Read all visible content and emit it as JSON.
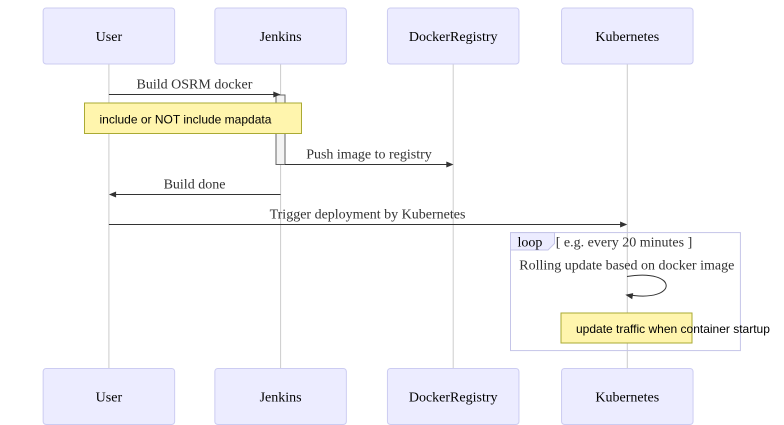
{
  "diagram_type": "sequence-diagram",
  "colors": {
    "background": "#ffffff",
    "actor_fill": "#ECECFF",
    "actor_border": "#CCCCF2",
    "lifeline": "#cccccc",
    "activation_fill": "#f4f4f4",
    "activation_border": "#666666",
    "message_line": "#333333",
    "message_text": "#333333",
    "note_fill": "#fff5ad",
    "note_border": "#aaaa33",
    "loop_border": "#c5c5e8",
    "loop_tab_fill": "#ECECFF"
  },
  "actors": [
    {
      "label": "User"
    },
    {
      "label": "Jenkins"
    },
    {
      "label": "DockerRegistry"
    },
    {
      "label": "Kubernetes"
    }
  ],
  "messages": [
    {
      "from": "User",
      "to": "Jenkins",
      "label": "Build OSRM docker"
    },
    {
      "from": "Jenkins",
      "to": "DockerRegistry",
      "label": "Push image to registry"
    },
    {
      "from": "Jenkins",
      "to": "User",
      "label": "Build done"
    },
    {
      "from": "User",
      "to": "Kubernetes",
      "label": "Trigger deployment by Kubernetes"
    }
  ],
  "notes": [
    {
      "text": "include or NOT include mapdata"
    },
    {
      "text": "update traffic when container startup"
    }
  ],
  "loop": {
    "label": "loop",
    "condition": "[ e.g. every 20 minutes ]",
    "message": "Rolling update based on docker image"
  }
}
